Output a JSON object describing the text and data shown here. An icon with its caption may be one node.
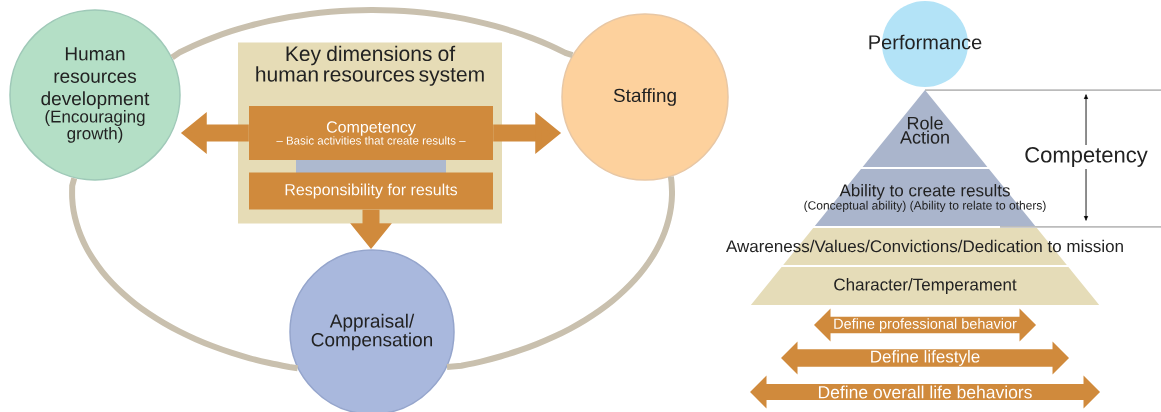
{
  "diagram": {
    "nodes": [
      {
        "text": [
          "Human resources development",
          "(Encouraging growth)"
        ]
      },
      {
        "text": [
          "Key dimensions of human resources system"
        ]
      },
      {
        "text": [
          "Competency",
          "– Basic activities that create results –"
        ],
        "in": 1
      },
      {
        "text": [
          "Responsibility for results"
        ],
        "in": 1
      },
      {
        "text": [
          "Staffing"
        ]
      },
      {
        "text": [
          "Appraisal/ Compensation"
        ]
      },
      {
        "text": [
          "Performance"
        ]
      },
      {
        "text": [
          "Role Action"
        ]
      },
      {
        "text": [
          "Ability to create results",
          "(Conceptual ability) (Ability to relate to others)"
        ]
      },
      {
        "text": [
          "Awareness/Values/Convictions/Dedication to mission"
        ]
      },
      {
        "text": [
          "Character/Temperament"
        ]
      },
      {
        "text": [
          "Define professional behavior"
        ]
      },
      {
        "text": [
          "Define lifestyle"
        ]
      },
      {
        "text": [
          "Define overall life behaviors"
        ]
      }
    ],
    "edges": [
      {
        "from": 0,
        "to": 4,
        "arrow": "none",
        "color": "#c9c0ae"
      },
      {
        "from": 4,
        "to": 5,
        "arrow": "none",
        "color": "#c9c0ae"
      },
      {
        "from": 5,
        "to": 0,
        "arrow": "none",
        "color": "#c9c0ae"
      },
      {
        "from": 2,
        "to": 0,
        "arrow": "to",
        "style": "thick",
        "color": "#d08a3c"
      },
      {
        "from": 2,
        "to": 4,
        "arrow": "to",
        "style": "thick",
        "color": "#d08a3c"
      },
      {
        "from": 3,
        "to": 5,
        "arrow": "to",
        "style": "thick",
        "color": "#d08a3c"
      }
    ],
    "labels": [
      "Competency"
    ]
  }
}
